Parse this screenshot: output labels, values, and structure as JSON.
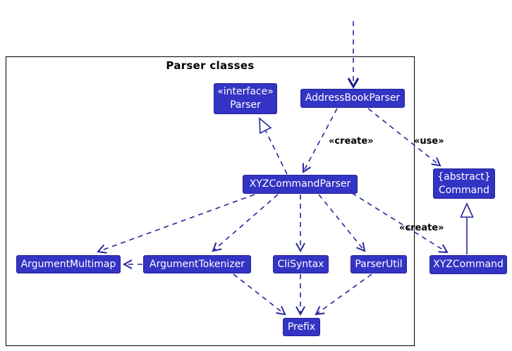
{
  "frame": {
    "title": "Parser classes"
  },
  "nodes": {
    "parser_interface": {
      "stereotype": "«interface»",
      "name": "Parser"
    },
    "address_book_parser": {
      "name": "AddressBookParser"
    },
    "xyz_command_parser": {
      "name": "XYZCommandParser"
    },
    "argument_multimap": {
      "name": "ArgumentMultimap"
    },
    "argument_tokenizer": {
      "name": "ArgumentTokenizer"
    },
    "cli_syntax": {
      "name": "CliSyntax"
    },
    "parser_util": {
      "name": "ParserUtil"
    },
    "xyz_command": {
      "name": "XYZCommand"
    },
    "command_abstract": {
      "stereotype": "{abstract}",
      "name": "Command"
    },
    "prefix": {
      "name": "Prefix"
    }
  },
  "edge_labels": {
    "create_left": "«create»",
    "use": "«use»",
    "create_right": "«create»"
  },
  "colors": {
    "node_fill": "#3333C4",
    "node_border": "#23239A",
    "node_text": "#FFFFFF",
    "edge": "#26269C",
    "frame_border": "#000000",
    "label_text": "#000000",
    "background": "#FFFFFF"
  }
}
